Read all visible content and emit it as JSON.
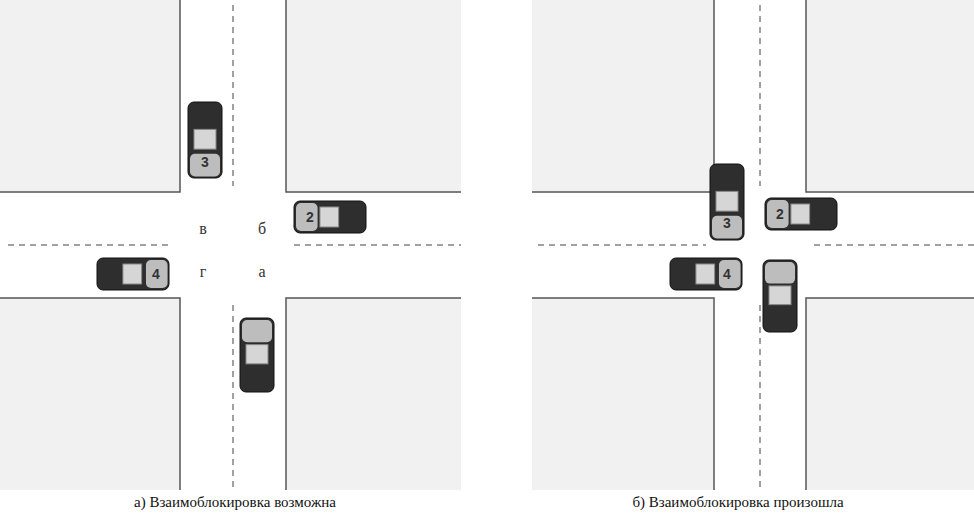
{
  "diagram": {
    "labels": [
      "3",
      "в",
      "б",
      "2",
      "4",
      "г",
      "а",
      "а) Взаимоблокировка возможна",
      "3",
      "2",
      "4",
      "б) Взаимоблокировка произошла"
    ]
  }
}
